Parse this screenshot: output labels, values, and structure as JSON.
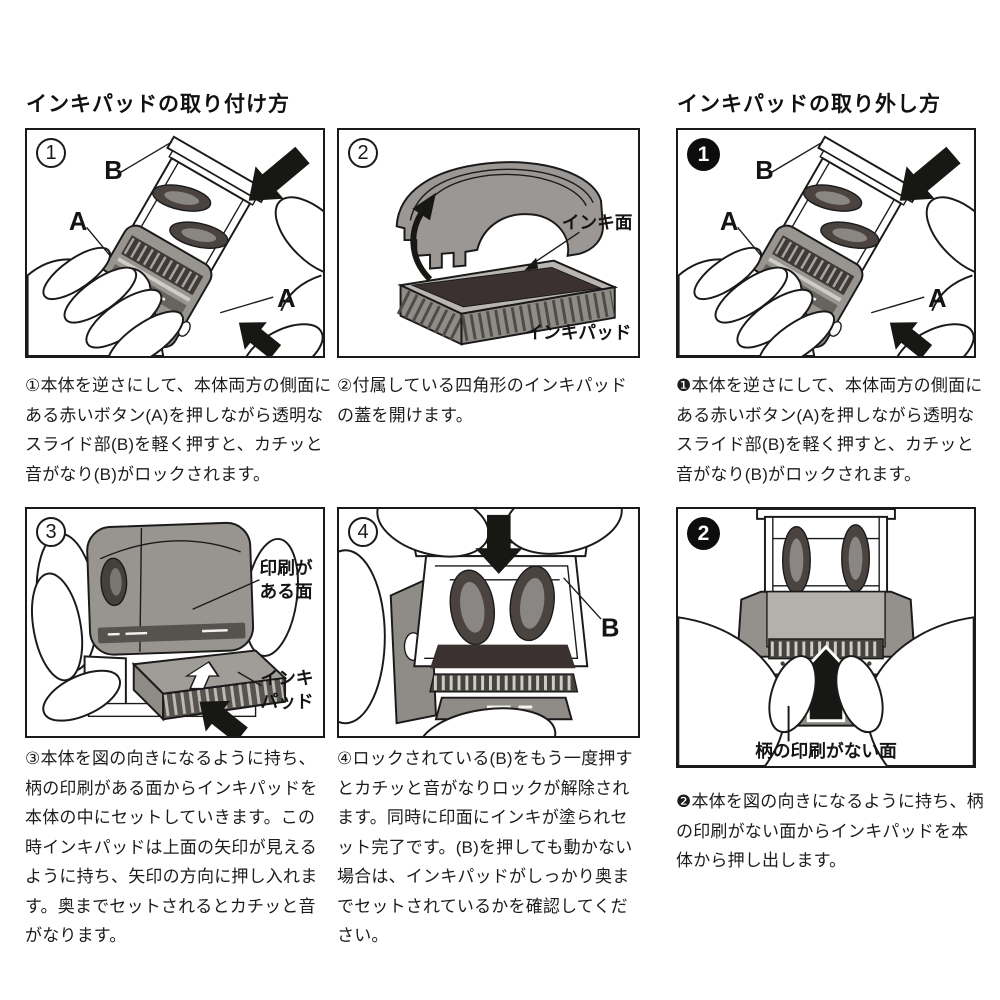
{
  "colors": {
    "line": "#1a1a1a",
    "body_gray": "#98948f",
    "lid_gray": "#9a9794",
    "ink_dark": "#3a3130",
    "arrow_black": "#171714"
  },
  "sections": {
    "attach": {
      "title": "インキパッドの取り付け方"
    },
    "detach": {
      "title": "インキパッドの取り外し方"
    }
  },
  "panels": {
    "p1": {
      "number": "1",
      "label_b": "B",
      "label_a_left": "A",
      "label_a_right": "A",
      "caption": "①本体を逆さにして、本体両方の側面にある赤いボタン(A)を押しながら透明なスライド部(B)を軽く押すと、カチッと音がなり(B)がロックされます。"
    },
    "p2": {
      "number": "2",
      "label_ink_surface": "インキ面",
      "label_ink_pad": "インキパッド",
      "caption": "②付属している四角形のインキパッドの蓋を開けます。"
    },
    "p3": {
      "number": "3",
      "label_printed_side_line1": "印刷が",
      "label_printed_side_line2": "ある面",
      "label_ink_line1": "インキ",
      "label_ink_line2": "パッド",
      "caption": "③本体を図の向きになるように持ち、柄の印刷がある面からインキパッドを本体の中にセットしていきます。この時インキパッドは上面の矢印が見えるように持ち、矢印の方向に押し入れます。奥までセットされるとカチッと音がなります。"
    },
    "p4": {
      "number": "4",
      "label_b": "B",
      "caption": "④ロックされている(B)をもう一度押すとカチッと音がなりロックが解除されます。同時に印面にインキが塗られセット完了です。(B)を押しても動かない場合は、インキパッドがしっかり奥までセットされているかを確認してください。"
    },
    "r1": {
      "number": "1",
      "label_b": "B",
      "label_a_left": "A",
      "label_a_right": "A",
      "caption": "❶本体を逆さにして、本体両方の側面にある赤いボタン(A)を押しながら透明なスライド部(B)を軽く押すと、カチッと音がなり(B)がロックされます。"
    },
    "r2": {
      "number": "2",
      "label_no_print_side": "柄の印刷がない面",
      "caption": "❷本体を図の向きになるように持ち、柄の印刷がない面からインキパッドを本体から押し出します。"
    }
  }
}
